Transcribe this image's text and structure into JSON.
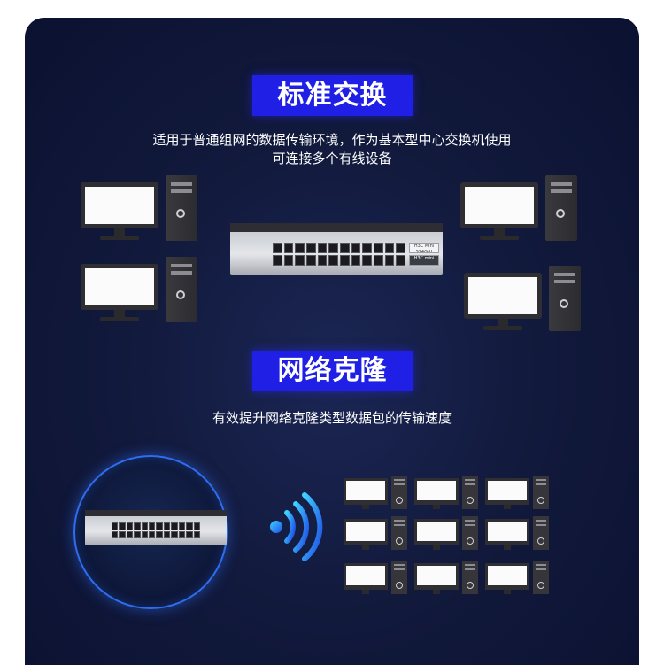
{
  "sections": [
    {
      "title": "标准交换",
      "description_lines": [
        "适用于普通组网的数据传输环境，作为基本型中心交换机使用",
        "可连接多个有线设备"
      ]
    },
    {
      "title": "网络克隆",
      "description_lines": [
        "有效提升网络克隆类型数据包的传输速度"
      ]
    }
  ],
  "switch_device": {
    "model_label": "H3C Mini S24G-U",
    "brand_label": "H3C mini",
    "port_count": 24
  },
  "icons": [
    "desktop-computer-icon",
    "network-switch-icon",
    "wireless-signal-icon"
  ],
  "colors": {
    "heading_bg": "#1f1fe6",
    "panel_bg": "#121a3d",
    "circle_ring": "#2f6df0",
    "wifi_gradient_start": "#3fd0ff",
    "wifi_gradient_end": "#1f4fe6"
  }
}
